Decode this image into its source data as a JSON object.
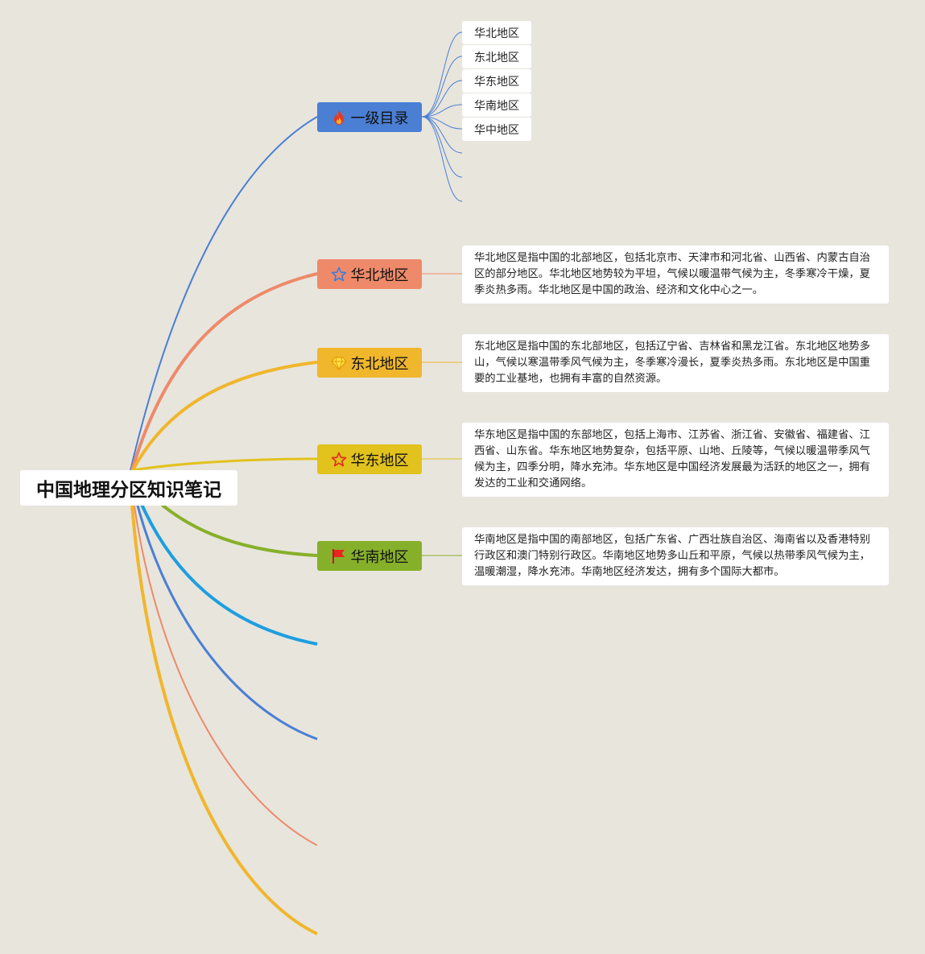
{
  "root": {
    "title": "中国地理分区知识笔记"
  },
  "branches": [
    {
      "label": "一级目录",
      "icon": "fire-icon",
      "color": "#4a7fd4"
    },
    {
      "label": "华北地区",
      "icon": "star-outline-icon",
      "color": "#ee8a6a"
    },
    {
      "label": "东北地区",
      "icon": "diamond-icon",
      "color": "#f0b62c"
    },
    {
      "label": "华东地区",
      "icon": "star-red-outline-icon",
      "color": "#e2c21c"
    },
    {
      "label": "华南地区",
      "icon": "red-flag-icon",
      "color": "#86b02a"
    }
  ],
  "catalog_items": [
    "华北地区",
    "东北地区",
    "华东地区",
    "华南地区",
    "华中地区"
  ],
  "descriptions": [
    "华北地区是指中国的北部地区，包括北京市、天津市和河北省、山西省、内蒙古自治区的部分地区。华北地区地势较为平坦，气候以暖温带气候为主，冬季寒冷干燥，夏季炎热多雨。华北地区是中国的政治、经济和文化中心之一。",
    "东北地区是指中国的东北部地区，包括辽宁省、吉林省和黑龙江省。东北地区地势多山，气候以寒温带季风气候为主，冬季寒冷漫长，夏季炎热多雨。东北地区是中国重要的工业基地，也拥有丰富的自然资源。",
    "华东地区是指中国的东部地区，包括上海市、江苏省、浙江省、安徽省、福建省、江西省、山东省。华东地区地势复杂，包括平原、山地、丘陵等，气候以暖温带季风气候为主，四季分明，降水充沛。华东地区是中国经济发展最为活跃的地区之一，拥有发达的工业和交通网络。",
    "华南地区是指中国的南部地区，包括广东省、广西壮族自治区、海南省以及香港特别行政区和澳门特别行政区。华南地区地势多山丘和平原，气候以热带季风气候为主，温暖潮湿，降水充沛。华南地区经济发达，拥有多个国际大都市。"
  ],
  "colors": {
    "background": "#e8e5dd",
    "empty_branch_colors": [
      "#1d9ee0",
      "#4a7fd4",
      "#ee8a6a",
      "#f0b62c"
    ]
  }
}
